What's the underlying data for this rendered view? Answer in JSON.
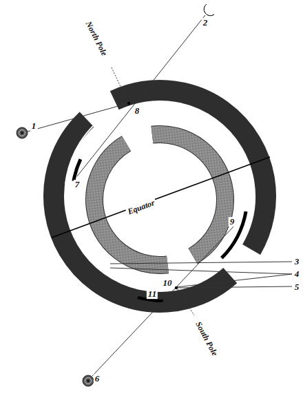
{
  "diagram": {
    "labels": [
      "North Pole",
      "Equator",
      "South Pole",
      "1",
      "2",
      "3",
      "4",
      "5",
      "6",
      "7",
      "8",
      "9",
      "10",
      "11"
    ]
  }
}
